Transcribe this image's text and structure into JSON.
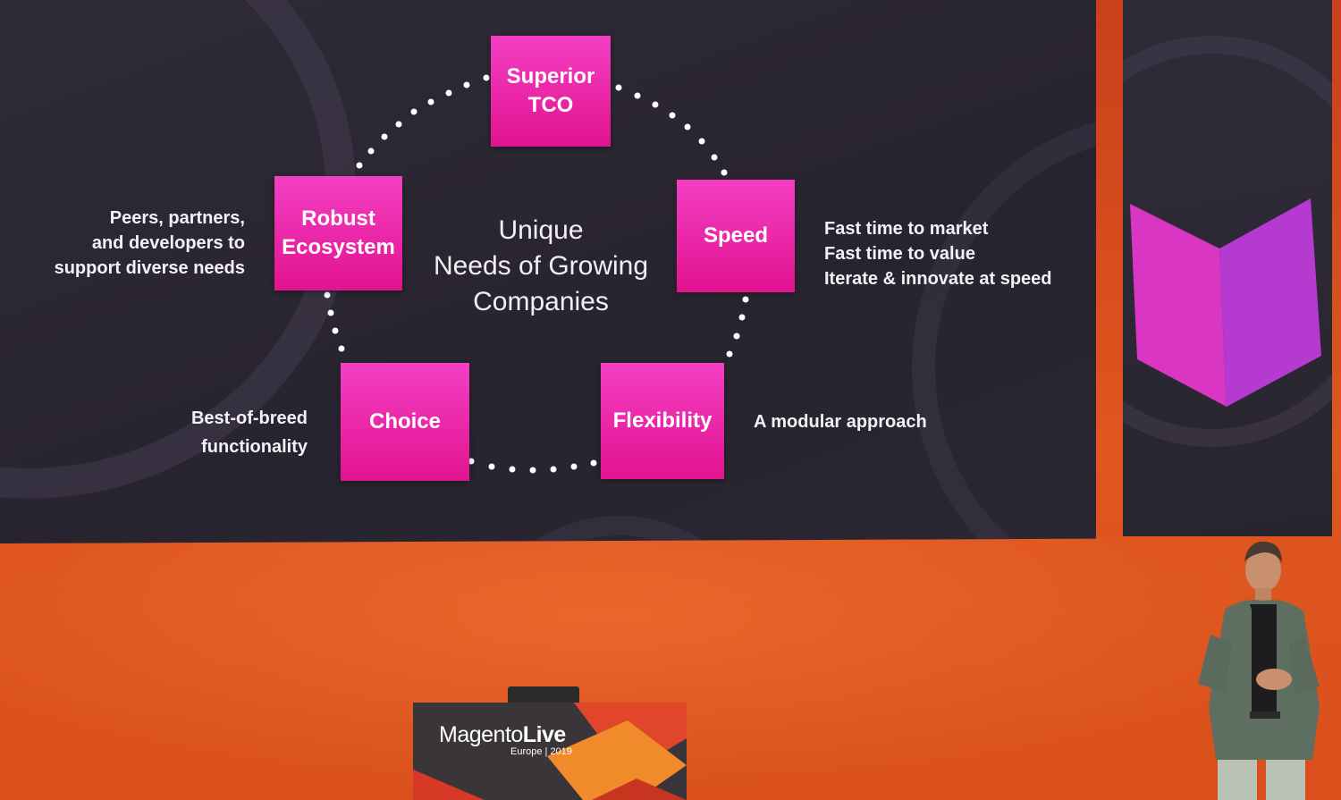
{
  "slide": {
    "center_title_lines": [
      "Unique",
      "Needs of Growing",
      "Companies"
    ],
    "boxes": {
      "top": [
        "Superior",
        "TCO"
      ],
      "right": [
        "Speed"
      ],
      "bottom_right": [
        "Flexibility"
      ],
      "bottom_left": [
        "Choice"
      ],
      "left": [
        "Robust",
        "Ecosystem"
      ]
    },
    "notes": {
      "left": [
        "Peers, partners,",
        "and developers to",
        "support diverse needs"
      ],
      "right": [
        "Fast time to market",
        "Fast time to value",
        "Iterate & innovate at speed"
      ],
      "bottom_right": [
        "A modular approach"
      ],
      "bottom_left": [
        "Best-of-breed",
        "functionality"
      ]
    },
    "colors": {
      "box_pink": "#e91e9c",
      "screen_dark": "#2b2733",
      "stage_orange": "#d9501c"
    }
  },
  "podium": {
    "brand_regular": "Magento",
    "brand_bold": "Live",
    "subline": "Europe | 2019"
  }
}
